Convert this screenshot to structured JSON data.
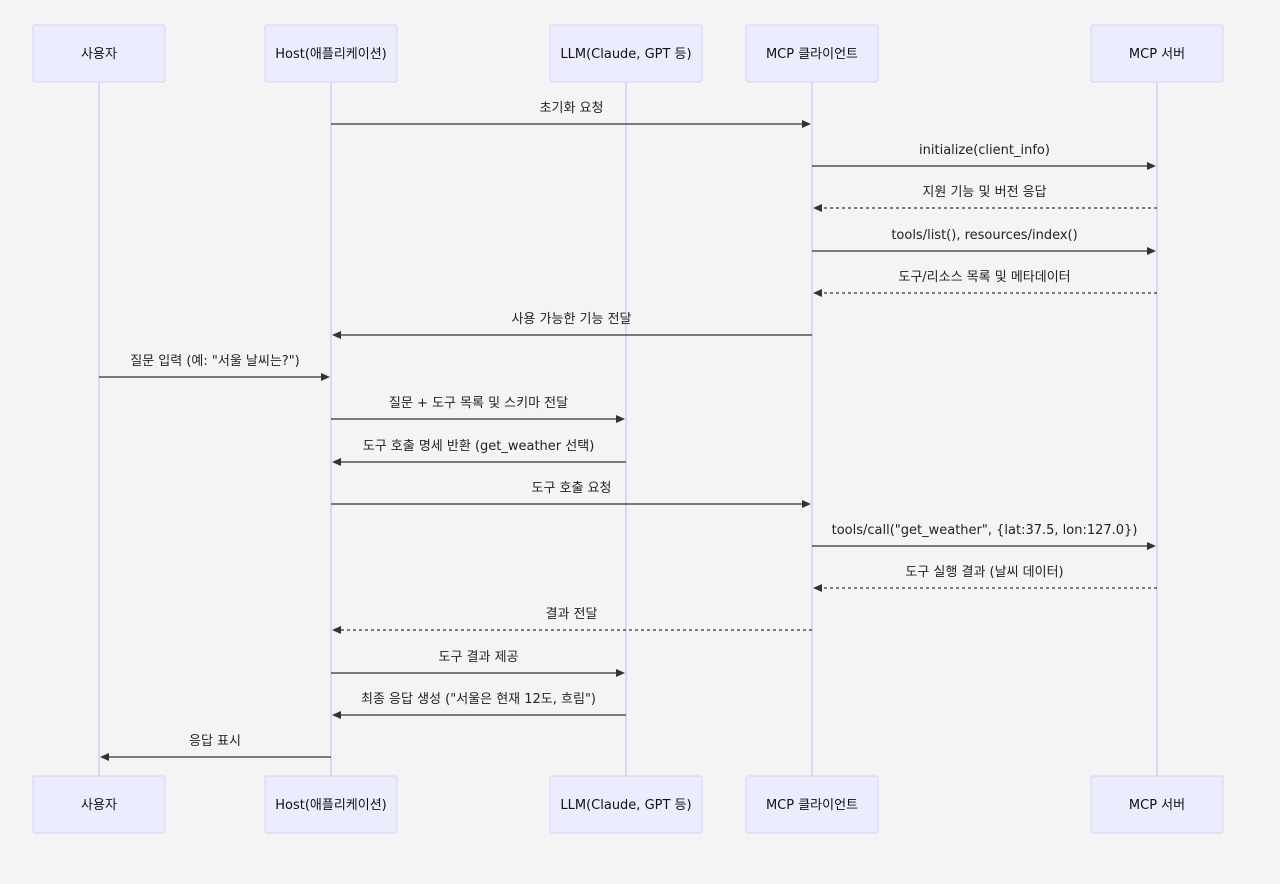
{
  "participants": [
    {
      "id": "user",
      "label": "사용자"
    },
    {
      "id": "host",
      "label": "Host(애플리케이션)"
    },
    {
      "id": "llm",
      "label": "LLM(Claude, GPT 등)"
    },
    {
      "id": "client",
      "label": "MCP 클라이언트"
    },
    {
      "id": "server",
      "label": "MCP 서버"
    }
  ],
  "messages": [
    {
      "from": "host",
      "to": "client",
      "label": "초기화 요청",
      "style": "solid"
    },
    {
      "from": "client",
      "to": "server",
      "label": "initialize(client_info)",
      "style": "solid"
    },
    {
      "from": "server",
      "to": "client",
      "label": "지원 기능 및 버전 응답",
      "style": "dotted"
    },
    {
      "from": "client",
      "to": "server",
      "label": "tools/list(), resources/index()",
      "style": "solid"
    },
    {
      "from": "server",
      "to": "client",
      "label": "도구/리소스 목록 및 메타데이터",
      "style": "dotted"
    },
    {
      "from": "client",
      "to": "host",
      "label": "사용 가능한 기능 전달",
      "style": "solid"
    },
    {
      "from": "user",
      "to": "host",
      "label": "질문 입력 (예: \"서울 날씨는?\")",
      "style": "solid"
    },
    {
      "from": "host",
      "to": "llm",
      "label": "질문 + 도구 목록 및 스키마 전달",
      "style": "solid"
    },
    {
      "from": "llm",
      "to": "host",
      "label": "도구 호출 명세 반환 (get_weather 선택)",
      "style": "solid"
    },
    {
      "from": "host",
      "to": "client",
      "label": "도구 호출 요청",
      "style": "solid"
    },
    {
      "from": "client",
      "to": "server",
      "label": "tools/call(\"get_weather\", {lat:37.5, lon:127.0})",
      "style": "solid"
    },
    {
      "from": "server",
      "to": "client",
      "label": "도구 실행 결과 (날씨 데이터)",
      "style": "dotted"
    },
    {
      "from": "client",
      "to": "host",
      "label": "결과 전달",
      "style": "dotted"
    },
    {
      "from": "host",
      "to": "llm",
      "label": "도구 결과 제공",
      "style": "solid"
    },
    {
      "from": "llm",
      "to": "host",
      "label": "최종 응답 생성 (\"서울은 현재 12도, 흐림\")",
      "style": "solid"
    },
    {
      "from": "host",
      "to": "user",
      "label": "응답 표시",
      "style": "solid"
    }
  ]
}
